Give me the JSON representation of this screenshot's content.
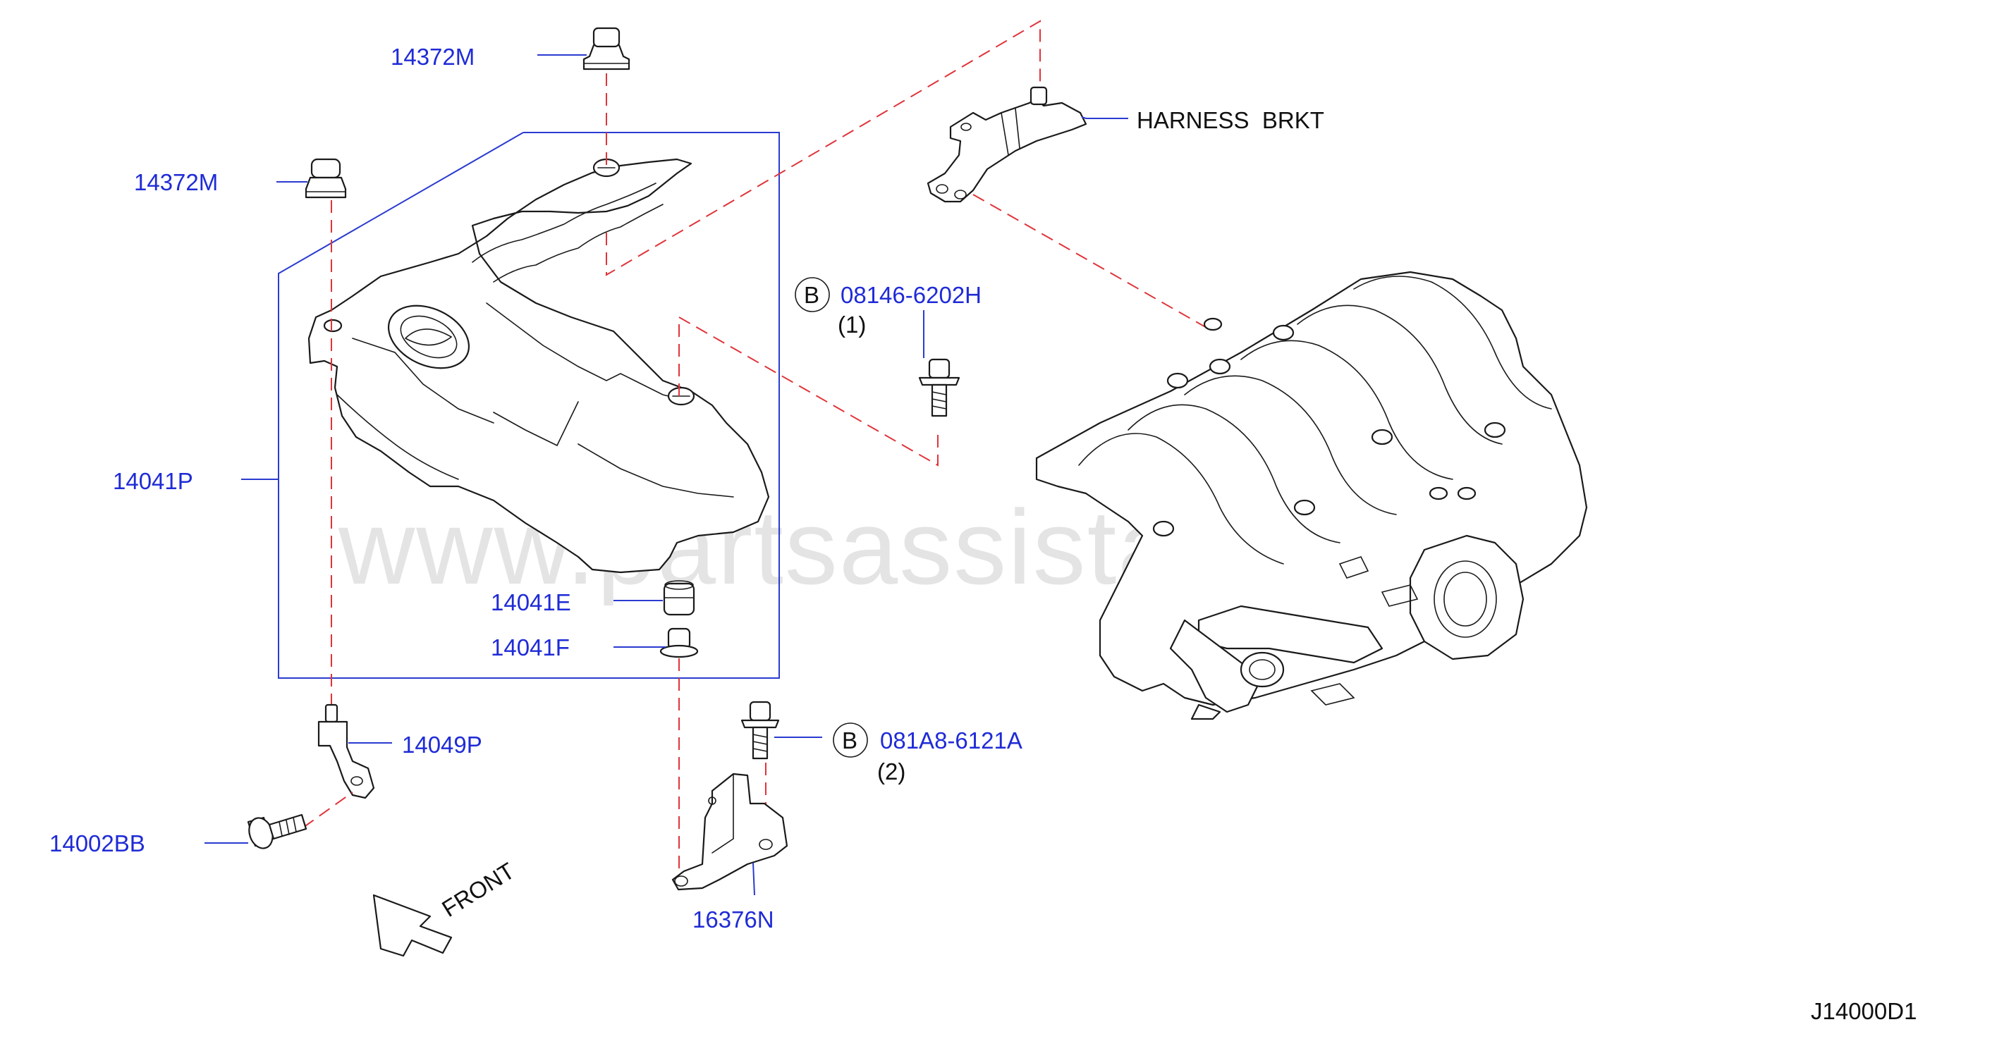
{
  "watermark": "www.partsassistant.com",
  "diagram_code": "J14000D1",
  "front_label": "FRONT",
  "parts": {
    "nut_top": "14372M",
    "nut_left": "14372M",
    "engine_cover": "14041P",
    "grommet": "14041E",
    "spacer": "14041F",
    "bracket": "14049P",
    "bolt_left": "14002BB",
    "bracket_bottom": "16376N",
    "harness_bracket": "HARNESS  BRKT"
  },
  "callouts": {
    "bolt_b1": {
      "marker": "B",
      "part": "08146-6202H",
      "qty": "(1)"
    },
    "bolt_b2": {
      "marker": "B",
      "part": "081A8-6121A",
      "qty": "(2)"
    }
  }
}
